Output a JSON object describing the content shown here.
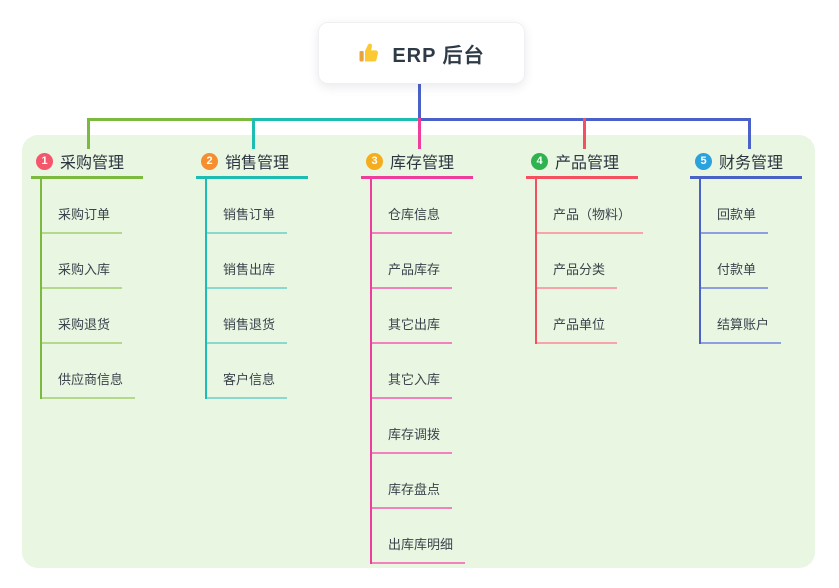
{
  "root": {
    "title": "ERP 后台",
    "icon": "thumbs-up-icon"
  },
  "colors": {
    "panel_bg": "#e9f6e2",
    "root_connector": "#4a62c8",
    "card_bg": "#ffffff",
    "title_text": "#2f3a47",
    "branch_text": "#2c3540",
    "child_text": "#3b434c"
  },
  "branches": [
    {
      "badge": "1",
      "title": "采购管理",
      "badge_color": "#f4566c",
      "accent": "#7cba3f",
      "child_accent": "#b4d98d",
      "children": [
        "采购订单",
        "采购入库",
        "采购退货",
        "供应商信息"
      ]
    },
    {
      "badge": "2",
      "title": "销售管理",
      "badge_color": "#f78e2e",
      "accent": "#1ebdb2",
      "child_accent": "#8ad8d0",
      "children": [
        "销售订单",
        "销售出库",
        "销售退货",
        "客户信息"
      ]
    },
    {
      "badge": "3",
      "title": "库存管理",
      "badge_color": "#f5ad1e",
      "accent": "#ee3d9d",
      "child_accent": "#f282bd",
      "children": [
        "仓库信息",
        "产品库存",
        "其它出库",
        "其它入库",
        "库存调拨",
        "库存盘点",
        "出库库明细"
      ]
    },
    {
      "badge": "4",
      "title": "产品管理",
      "badge_color": "#2eb350",
      "accent": "#f4505f",
      "child_accent": "#f8a3ab",
      "children": [
        "产品（物料）",
        "产品分类",
        "产品单位"
      ]
    },
    {
      "badge": "5",
      "title": "财务管理",
      "badge_color": "#2aa2de",
      "accent": "#4a62c8",
      "child_accent": "#8e9fe0",
      "children": [
        "回款单",
        "付款单",
        "结算账户"
      ]
    }
  ]
}
